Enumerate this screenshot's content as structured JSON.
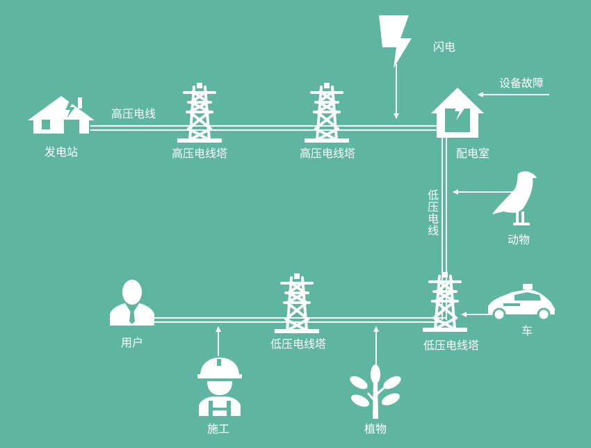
{
  "labels": {
    "power_station": "发电站",
    "hv_line": "高压电线",
    "hv_tower_1": "高压电线塔",
    "hv_tower_2": "高压电线塔",
    "lightning": "闪电",
    "equipment_fault": "设备故障",
    "distribution_room": "配电室",
    "lv_line": "低压电线",
    "animal": "动物",
    "vehicle": "车",
    "lv_tower_right": "低压电线塔",
    "lv_tower_mid": "低压电线塔",
    "user": "用户",
    "construction": "施工",
    "plants": "植物"
  },
  "icons": {
    "power_station": "house-lightning-icon",
    "tower": "power-tower-icon",
    "lightning": "lightning-bolt-icon",
    "distribution_room": "substation-house-icon",
    "animal": "seagull-icon",
    "vehicle": "taxi-icon",
    "user": "person-icon",
    "construction": "worker-helmet-icon",
    "plants": "tree-icon"
  },
  "colors": {
    "background": "#5fb6a0",
    "foreground": "#ffffff"
  }
}
